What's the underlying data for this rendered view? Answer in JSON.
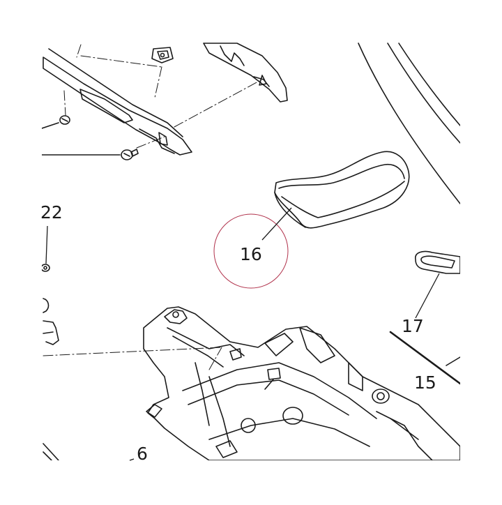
{
  "callouts": {
    "part_6": "6",
    "part_15": "15",
    "part_16": "16",
    "part_17": "17",
    "part_22": "22"
  },
  "highlight_color": "#b0304a",
  "line_color": "#1a1a1a"
}
